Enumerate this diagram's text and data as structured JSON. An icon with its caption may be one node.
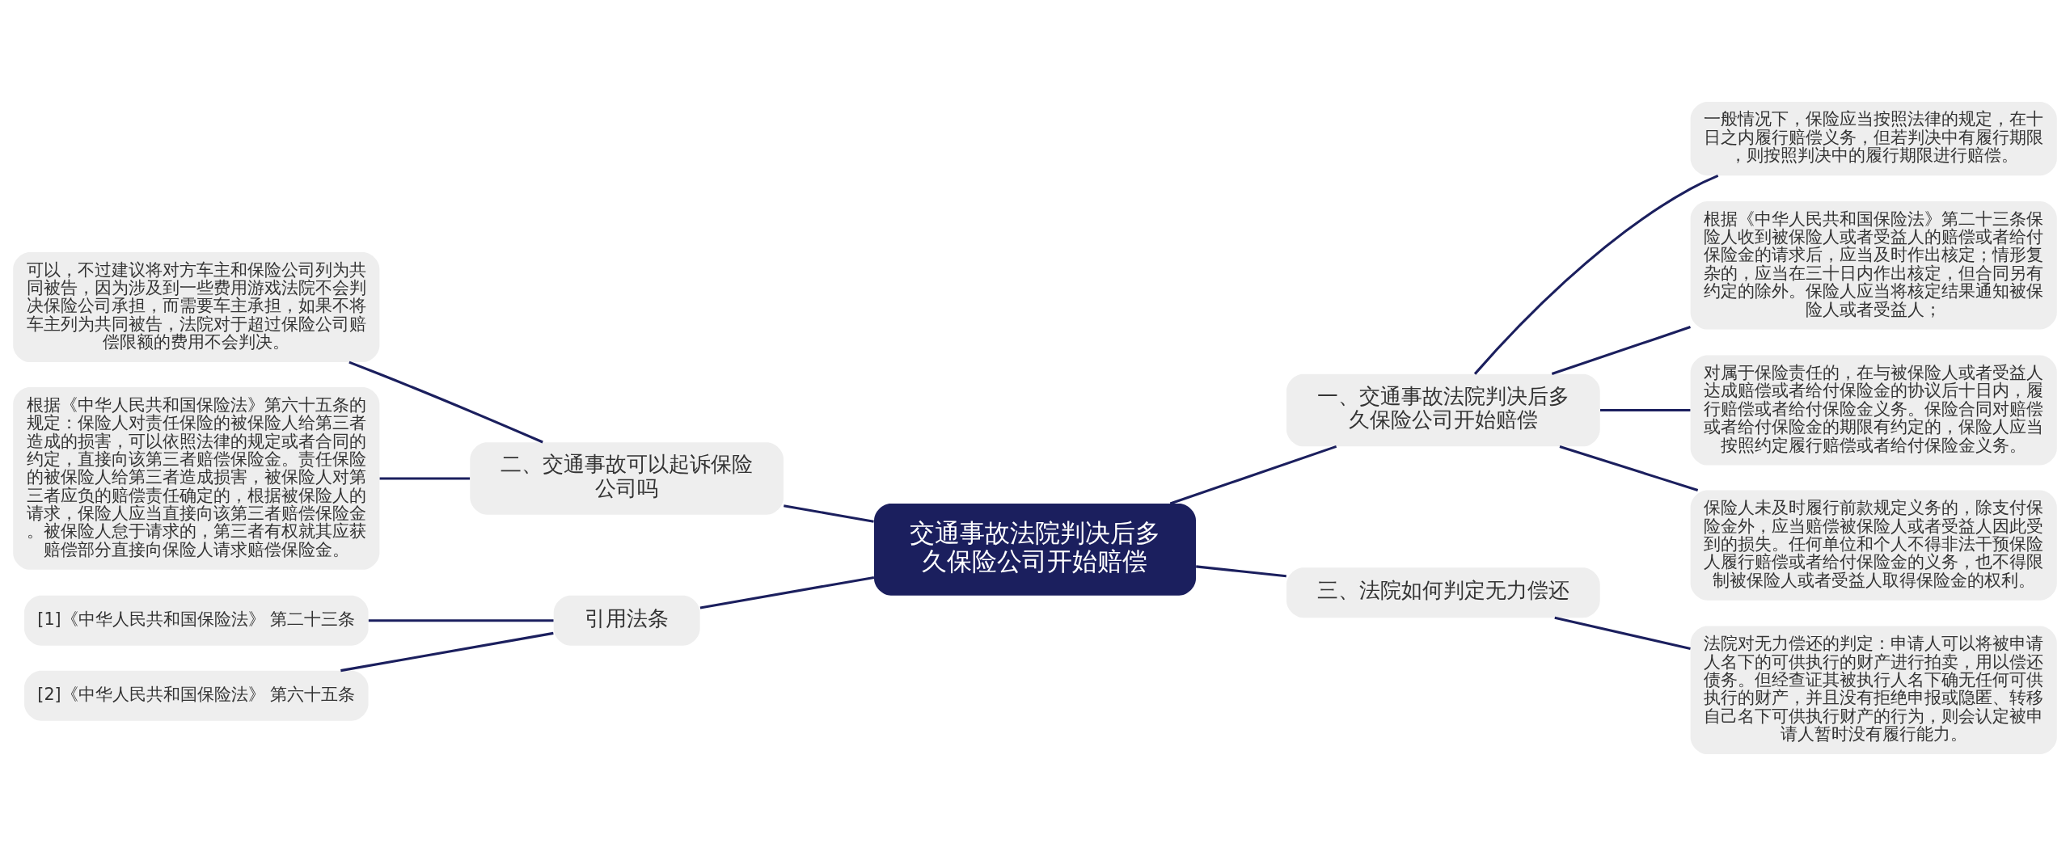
{
  "diagram": {
    "nodes": [
      {
        "text": [
          "交通事故法院判决后多久保险公司开始赔偿"
        ]
      },
      {
        "text": [
          "一、交通事故法院判决后多久保险公司开始赔偿"
        ]
      },
      {
        "text": [
          "一般情况下，保险应当按照法律的规定，在十日之内履行赔偿义务，但若判决中有履行期限，则按照判决中的履行期限进行赔偿。"
        ]
      },
      {
        "text": [
          "根据《中华人民共和国保险法》第二十三条保险人收到被保险人或者受益人的赔偿或者给付保险金的请求后，应当及时作出核定；情形复杂的，应当在三十日内作出核定，但合同另有约定的除外。保险人应当将核定结果通知被保险人或者受益人；"
        ]
      },
      {
        "text": [
          "对属于保险责任的，在与被保险人或者受益人达成赔偿或者给付保险金的协议后十日内，履行赔偿或者给付保险金义务。保险合同对赔偿或者给付保险金的期限有约定的，保险人应当按照约定履行赔偿或者给付保险金义务。"
        ]
      },
      {
        "text": [
          "保险人未及时履行前款规定义务的，除支付保险金外，应当赔偿被保险人或者受益人因此受到的损失。任何单位和个人不得非法干预保险人履行赔偿或者给付保险金的义务，也不得限制被保险人或者受益人取得保险金的权利。"
        ]
      },
      {
        "text": [
          "二、交通事故可以起诉保险公司吗"
        ]
      },
      {
        "text": [
          "可以，不过建议将对方车主和保险公司列为共同被告，因为涉及到一些费用游戏法院不会判决保险公司承担，而需要车主承担，如果不将车主列为共同被告，法院对于超过保险公司赔偿限额的费用不会判决。"
        ]
      },
      {
        "text": [
          "根据《中华人民共和国保险法》第六十五条的规定：保险人对责任保险的被保险人给第三者造成的损害，可以依照法律的规定或者合同的约定，直接向该第三者赔偿保险金。责任保险的被保险人给第三者造成损害，被保险人对第三者应负的赔偿责任确定的，根据被保险人的请求，保险人应当直接向该第三者赔偿保险金。被保险人怠于请求的，第三者有权就其应获赔偿部分直接向保险人请求赔偿保险金。"
        ]
      },
      {
        "text": [
          "三、法院如何判定无力偿还"
        ]
      },
      {
        "text": [
          "法院对无力偿还的判定：申请人可以将被申请人名下的可供执行的财产进行拍卖，用以偿还债务。但经查证其被执行人名下确无任何可供执行的财产，并且没有拒绝申报或隐匿、转移自己名下可供执行财产的行为，则会认定被申请人暂时没有履行能力。"
        ]
      },
      {
        "text": [
          "引用法条"
        ]
      },
      {
        "text": [
          "[1]《中华人民共和国保险法》 第二十三条"
        ]
      },
      {
        "text": [
          "[2]《中华人民共和国保险法》 第六十五条"
        ]
      }
    ],
    "edges": [
      {
        "from": 0,
        "to": 1,
        "arrow": "none"
      },
      {
        "from": 1,
        "to": 2,
        "arrow": "none"
      },
      {
        "from": 1,
        "to": 3,
        "arrow": "none"
      },
      {
        "from": 1,
        "to": 4,
        "arrow": "none"
      },
      {
        "from": 1,
        "to": 5,
        "arrow": "none"
      },
      {
        "from": 0,
        "to": 6,
        "arrow": "none"
      },
      {
        "from": 6,
        "to": 7,
        "arrow": "none"
      },
      {
        "from": 6,
        "to": 8,
        "arrow": "none"
      },
      {
        "from": 0,
        "to": 9,
        "arrow": "none"
      },
      {
        "from": 9,
        "to": 10,
        "arrow": "none"
      },
      {
        "from": 0,
        "to": 11,
        "arrow": "none"
      },
      {
        "from": 11,
        "to": 12,
        "arrow": "none"
      },
      {
        "from": 11,
        "to": 13,
        "arrow": "none"
      }
    ]
  }
}
